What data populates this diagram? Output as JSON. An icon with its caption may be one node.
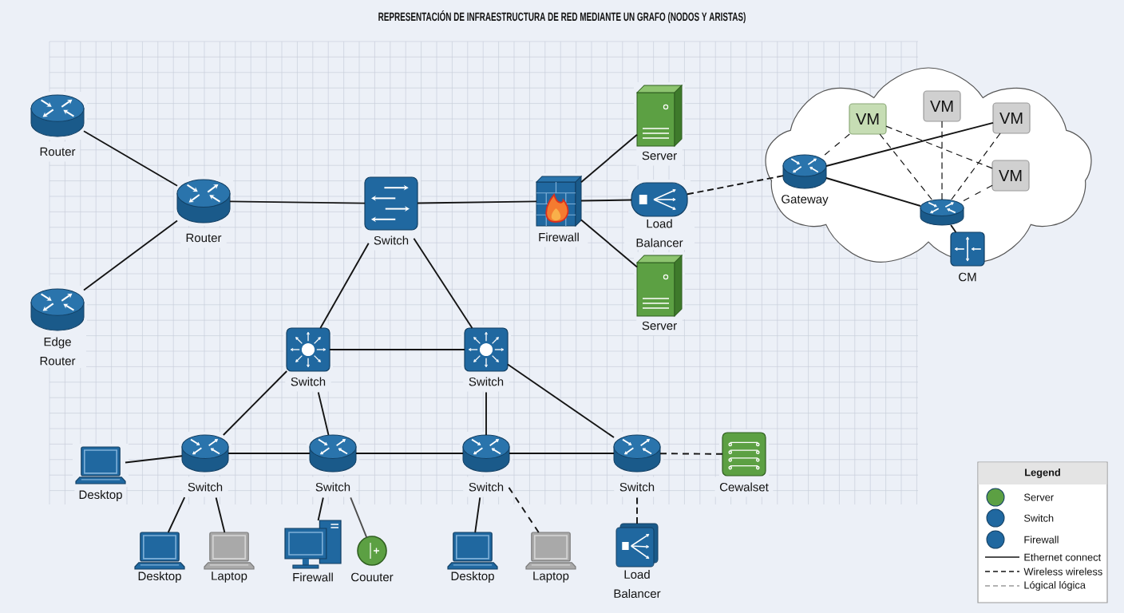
{
  "diagram": {
    "title": "REPRESENTACIÓN DE INFRAESTRUCTURA DE RED MEDIANTE UN GRAFO (NODOS Y ARISTAS)",
    "nodes": [
      {
        "text": [
          "Router"
        ]
      },
      {
        "text": [
          "Router"
        ]
      },
      {
        "text": [
          "Edge Router"
        ]
      },
      {
        "text": [
          "Switch"
        ]
      },
      {
        "text": [
          "Firewall"
        ]
      },
      {
        "text": [
          "Server"
        ]
      },
      {
        "text": [
          "Load Balancer"
        ]
      },
      {
        "text": [
          "Server"
        ]
      },
      {
        "text": [],
        "shape": "cloud"
      },
      {
        "text": [
          "VM"
        ],
        "in": 8
      },
      {
        "text": [
          "VM"
        ],
        "in": 8
      },
      {
        "text": [
          "VM"
        ],
        "in": 8
      },
      {
        "text": [
          "VM"
        ],
        "in": 8
      },
      {
        "text": [
          "Gateway"
        ],
        "in": 8
      },
      {
        "text": [],
        "shape": "cylinder",
        "in": 8
      },
      {
        "text": [
          "CM"
        ]
      },
      {
        "text": [
          "Switch"
        ]
      },
      {
        "text": [
          "Switch"
        ]
      },
      {
        "text": [
          "Desktop"
        ]
      },
      {
        "text": [
          "Switch"
        ]
      },
      {
        "text": [
          "Switch"
        ]
      },
      {
        "text": [
          "Switch"
        ]
      },
      {
        "text": [
          "Switch"
        ]
      },
      {
        "text": [
          "Cewalset"
        ]
      },
      {
        "text": [
          "Desktop"
        ]
      },
      {
        "text": [
          "Laptop"
        ]
      },
      {
        "text": [
          "Firewall"
        ]
      },
      {
        "text": [
          "Couuter"
        ]
      },
      {
        "text": [
          "Desktop"
        ]
      },
      {
        "text": [
          "Laptop"
        ]
      },
      {
        "text": [
          "Load Balancer"
        ]
      }
    ],
    "edges": [
      {
        "from": 0,
        "to": 1,
        "arrow": "none"
      },
      {
        "from": 2,
        "to": 1,
        "arrow": "none"
      },
      {
        "from": 1,
        "to": 3,
        "arrow": "none"
      },
      {
        "from": 3,
        "to": 4,
        "arrow": "none"
      },
      {
        "from": 4,
        "to": 5,
        "arrow": "none"
      },
      {
        "from": 4,
        "to": 6,
        "arrow": "none"
      },
      {
        "from": 4,
        "to": 7,
        "arrow": "none"
      },
      {
        "from": 6,
        "to": 13,
        "arrow": "none",
        "style": "dashed"
      },
      {
        "from": 13,
        "to": 9,
        "arrow": "none",
        "style": "dashed"
      },
      {
        "from": 13,
        "to": 11,
        "arrow": "none"
      },
      {
        "from": 13,
        "to": 14,
        "arrow": "none"
      },
      {
        "from": 9,
        "to": 14,
        "arrow": "none",
        "style": "dashed"
      },
      {
        "from": 9,
        "to": 12,
        "arrow": "none",
        "style": "dashed"
      },
      {
        "from": 10,
        "to": 14,
        "arrow": "none",
        "style": "dashed"
      },
      {
        "from": 11,
        "to": 14,
        "arrow": "none",
        "style": "dashed"
      },
      {
        "from": 12,
        "to": 14,
        "arrow": "none",
        "style": "dashed"
      },
      {
        "from": 14,
        "to": 15,
        "arrow": "none"
      },
      {
        "from": 3,
        "to": 16,
        "arrow": "none"
      },
      {
        "from": 3,
        "to": 17,
        "arrow": "none"
      },
      {
        "from": 16,
        "to": 17,
        "arrow": "none"
      },
      {
        "from": 16,
        "to": 19,
        "arrow": "none"
      },
      {
        "from": 16,
        "to": 20,
        "arrow": "none"
      },
      {
        "from": 17,
        "to": 21,
        "arrow": "none"
      },
      {
        "from": 17,
        "to": 22,
        "arrow": "none"
      },
      {
        "from": 18,
        "to": 19,
        "arrow": "none"
      },
      {
        "from": 19,
        "to": 20,
        "arrow": "none"
      },
      {
        "from": 20,
        "to": 21,
        "arrow": "none"
      },
      {
        "from": 21,
        "to": 22,
        "arrow": "none"
      },
      {
        "from": 22,
        "to": 23,
        "arrow": "none",
        "style": "dashed"
      },
      {
        "from": 22,
        "to": 30,
        "arrow": "none",
        "style": "dashed"
      },
      {
        "from": 19,
        "to": 24,
        "arrow": "none"
      },
      {
        "from": 19,
        "to": 25,
        "arrow": "none"
      },
      {
        "from": 20,
        "to": 26,
        "arrow": "none"
      },
      {
        "from": 20,
        "to": 27,
        "arrow": "none",
        "color": "#4d4d4d"
      },
      {
        "from": 21,
        "to": 28,
        "arrow": "none"
      },
      {
        "from": 21,
        "to": 29,
        "arrow": "none",
        "style": "dashed"
      }
    ],
    "labels": [
      "Legend"
    ],
    "legend": [
      {
        "text": "Server",
        "color": "#5ca043"
      },
      {
        "text": "Switch",
        "color": "#2068a0"
      },
      {
        "text": "Firewall",
        "color": "#2068a0"
      },
      {
        "text": "Ethernet connect"
      },
      {
        "text": "Wireless wireless"
      },
      {
        "text": "Lógical lógica"
      }
    ]
  }
}
